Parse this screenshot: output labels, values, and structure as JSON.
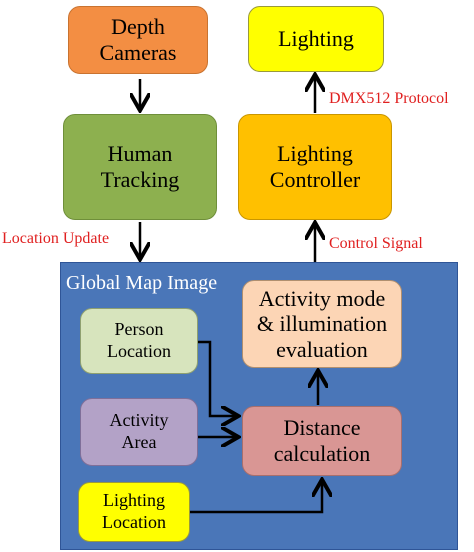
{
  "nodes": {
    "depth_cameras": "Depth\nCameras",
    "human_tracking": "Human\nTracking",
    "lighting": "Lighting",
    "lighting_controller": "Lighting\nController",
    "activity_mode": "Activity mode\n& illumination\nevaluation",
    "distance_calculation": "Distance\ncalculation",
    "person_location": "Person\nLocation",
    "activity_area": "Activity\nArea",
    "lighting_location": "Lighting\nLocation"
  },
  "panel_title": "Global Map Image",
  "edge_labels": {
    "location_update": "Location Update",
    "control_signal": "Control Signal",
    "dmx512": "DMX512 Protocol"
  },
  "colors": {
    "orange": "#f38e43",
    "green": "#8db04f",
    "yellow": "#ffff00",
    "amber": "#ffc000",
    "peach": "#fcd5b5",
    "rose": "#d99694",
    "lightgreen": "#d7e4bd",
    "lavender": "#b3a2c7",
    "panel": "#4a76b8",
    "label_red": "#e02020"
  }
}
